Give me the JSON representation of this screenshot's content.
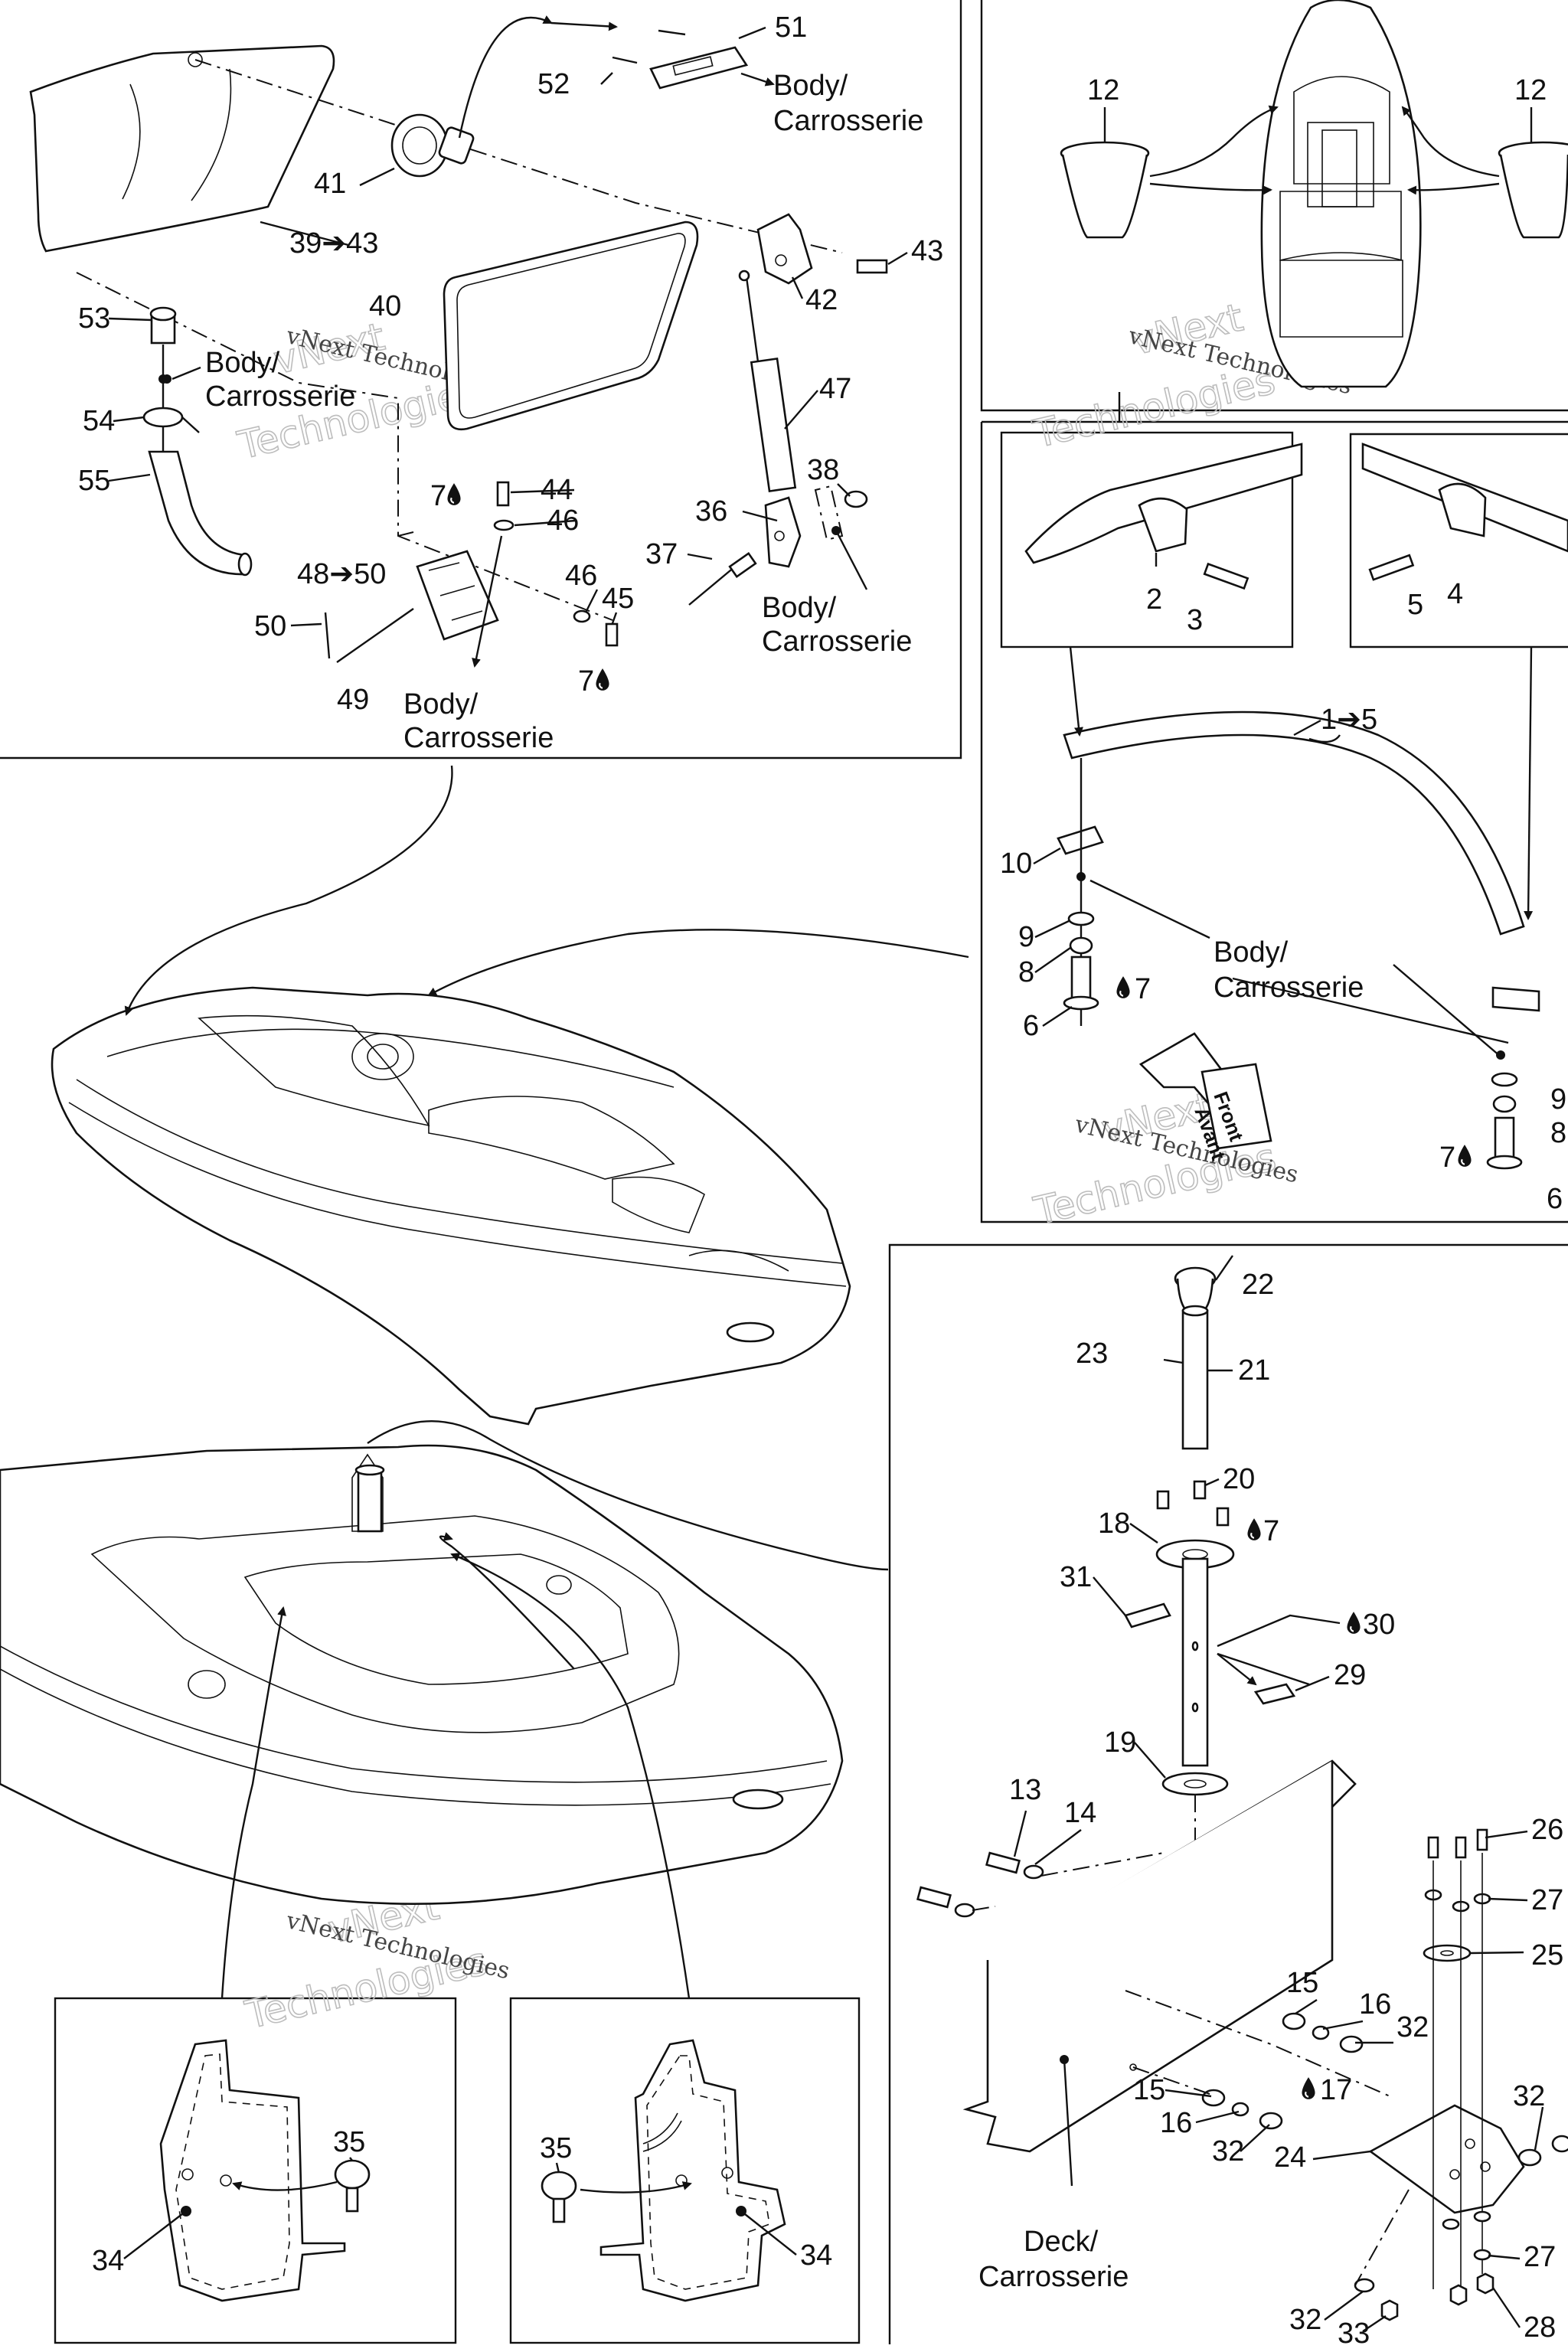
{
  "callouts": [
    {
      "id": "c1",
      "text": "1➔5"
    },
    {
      "id": "c2",
      "text": "2"
    },
    {
      "id": "c3",
      "text": "3"
    },
    {
      "id": "c4",
      "text": "4"
    },
    {
      "id": "c5",
      "text": "5"
    },
    {
      "id": "c6a",
      "text": "6"
    },
    {
      "id": "c6b",
      "text": "6"
    },
    {
      "id": "c7a",
      "text": "7"
    },
    {
      "id": "c7b",
      "text": "7"
    },
    {
      "id": "c7c",
      "text": "7"
    },
    {
      "id": "c7d",
      "text": "7"
    },
    {
      "id": "c7e",
      "text": "7"
    },
    {
      "id": "c8a",
      "text": "8"
    },
    {
      "id": "c8b",
      "text": "8"
    },
    {
      "id": "c9a",
      "text": "9"
    },
    {
      "id": "c9b",
      "text": "9"
    },
    {
      "id": "c10",
      "text": "10"
    },
    {
      "id": "c12a",
      "text": "12"
    },
    {
      "id": "c12b",
      "text": "12"
    },
    {
      "id": "c13",
      "text": "13"
    },
    {
      "id": "c14",
      "text": "14"
    },
    {
      "id": "c15a",
      "text": "15"
    },
    {
      "id": "c15b",
      "text": "15"
    },
    {
      "id": "c16a",
      "text": "16"
    },
    {
      "id": "c16b",
      "text": "16"
    },
    {
      "id": "c17",
      "text": "17"
    },
    {
      "id": "c18",
      "text": "18"
    },
    {
      "id": "c19",
      "text": "19"
    },
    {
      "id": "c20",
      "text": "20"
    },
    {
      "id": "c21",
      "text": "21"
    },
    {
      "id": "c22",
      "text": "22"
    },
    {
      "id": "c23",
      "text": "23"
    },
    {
      "id": "c24",
      "text": "24"
    },
    {
      "id": "c25",
      "text": "25"
    },
    {
      "id": "c26",
      "text": "26"
    },
    {
      "id": "c27a",
      "text": "27"
    },
    {
      "id": "c27b",
      "text": "27"
    },
    {
      "id": "c28",
      "text": "28"
    },
    {
      "id": "c29",
      "text": "29"
    },
    {
      "id": "c30",
      "text": "30"
    },
    {
      "id": "c31",
      "text": "31"
    },
    {
      "id": "c32a",
      "text": "32"
    },
    {
      "id": "c32b",
      "text": "32"
    },
    {
      "id": "c32c",
      "text": "32"
    },
    {
      "id": "c32d",
      "text": "32"
    },
    {
      "id": "c33",
      "text": "33"
    },
    {
      "id": "c34a",
      "text": "34"
    },
    {
      "id": "c34b",
      "text": "34"
    },
    {
      "id": "c35a",
      "text": "35"
    },
    {
      "id": "c35b",
      "text": "35"
    },
    {
      "id": "c36",
      "text": "36"
    },
    {
      "id": "c37",
      "text": "37"
    },
    {
      "id": "c38",
      "text": "38"
    },
    {
      "id": "c39",
      "text": "39➔43"
    },
    {
      "id": "c40",
      "text": "40"
    },
    {
      "id": "c41",
      "text": "41"
    },
    {
      "id": "c42",
      "text": "42"
    },
    {
      "id": "c43",
      "text": "43"
    },
    {
      "id": "c44",
      "text": "44"
    },
    {
      "id": "c45",
      "text": "45"
    },
    {
      "id": "c46a",
      "text": "46"
    },
    {
      "id": "c46b",
      "text": "46"
    },
    {
      "id": "c47",
      "text": "47"
    },
    {
      "id": "c48",
      "text": "48➔50"
    },
    {
      "id": "c49",
      "text": "49"
    },
    {
      "id": "c50",
      "text": "50"
    },
    {
      "id": "c51",
      "text": "51"
    },
    {
      "id": "c52",
      "text": "52"
    },
    {
      "id": "c53",
      "text": "53"
    },
    {
      "id": "c54",
      "text": "54"
    },
    {
      "id": "c55",
      "text": "55"
    }
  ],
  "notes": {
    "body": "Body/",
    "carrosserie": "Carrosserie",
    "deck": "Deck/",
    "front": "Front",
    "avant": "Avant"
  },
  "watermark": {
    "line1": "vNext Technologies",
    "outline": "vNext",
    "outline2": "Technologies"
  },
  "icons": {
    "adhesive": "adhesive-drop-icon",
    "arrow": "arrow-right-icon"
  }
}
